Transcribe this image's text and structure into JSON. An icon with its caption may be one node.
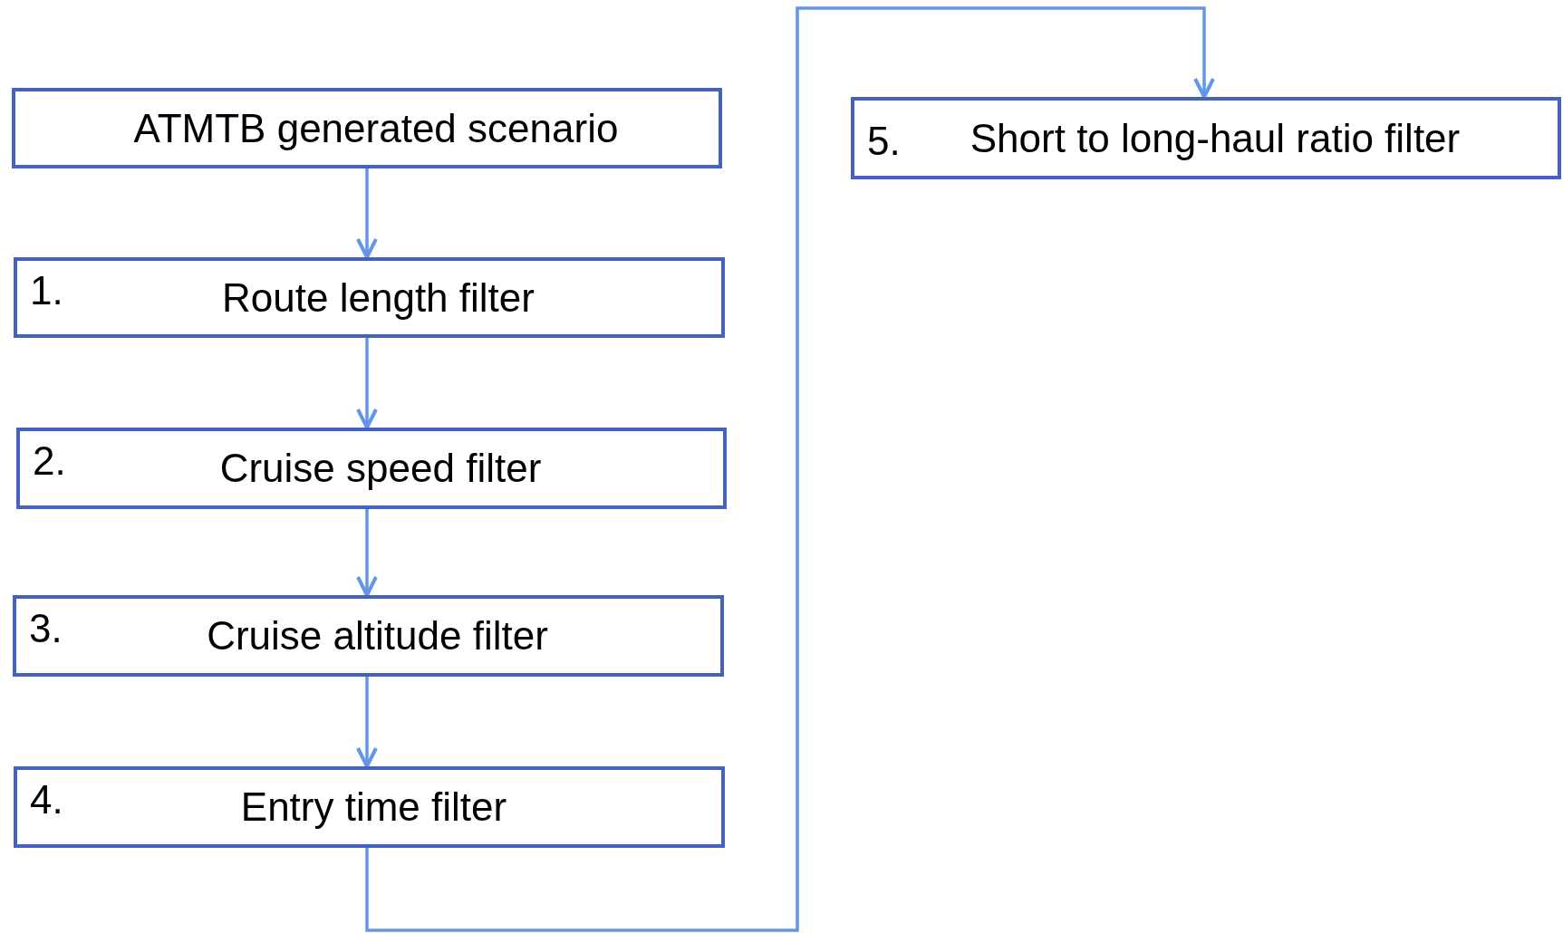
{
  "diagram": {
    "nodes": [
      {
        "text": [
          "ATMTB generated scenario"
        ]
      },
      {
        "text": [
          "1.",
          "Route length filter"
        ]
      },
      {
        "text": [
          "2.",
          "Cruise speed filter"
        ]
      },
      {
        "text": [
          "3.",
          "Cruise altitude filter"
        ]
      },
      {
        "text": [
          "4.",
          "Entry time filter"
        ]
      },
      {
        "text": [
          "5.",
          "Short to long-haul ratio filter"
        ]
      }
    ],
    "edges": [
      {
        "from": 0,
        "to": 1,
        "arrow": "to"
      },
      {
        "from": 1,
        "to": 2,
        "arrow": "to"
      },
      {
        "from": 2,
        "to": 3,
        "arrow": "to"
      },
      {
        "from": 3,
        "to": 4,
        "arrow": "to"
      },
      {
        "from": 4,
        "to": 5,
        "arrow": "to"
      }
    ]
  }
}
